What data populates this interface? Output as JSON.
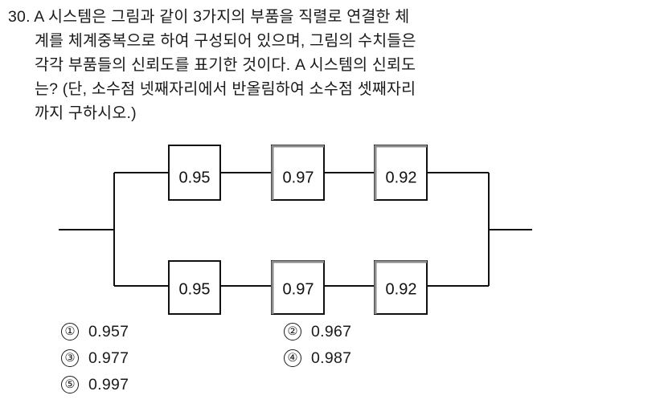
{
  "question": {
    "number": "30.",
    "lines": [
      "30. A 시스템은 그림과 같이 3가지의 부품을 직렬로 연결한 체",
      "계를 체계중복으로 하여 구성되어 있으며, 그림의 수치들은",
      "각각 부품들의 신뢰도를 표기한 것이다. A 시스템의 신뢰도",
      "는? (단, 소수점 넷째자리에서 반올림하여 소수점 셋째자리",
      "까지 구하시오.)"
    ]
  },
  "diagram": {
    "description": "두 개의 병렬 경로, 각 경로는 3개의 부품이 직렬 연결",
    "rows": [
      {
        "name": "top-path",
        "boxes": [
          {
            "value": "0.95",
            "style": "plain"
          },
          {
            "value": "0.97",
            "style": "beveled"
          },
          {
            "value": "0.92",
            "style": "beveled"
          }
        ]
      },
      {
        "name": "bottom-path",
        "boxes": [
          {
            "value": "0.95",
            "style": "plain"
          },
          {
            "value": "0.97",
            "style": "beveled"
          },
          {
            "value": "0.92",
            "style": "beveled"
          }
        ]
      }
    ],
    "colors": {
      "line": "#111111",
      "box_border": "#111111",
      "box_bevel": "#8c8c8c",
      "box_fill": "#ffffff"
    }
  },
  "choices": [
    {
      "marker": "①",
      "value": "0.957"
    },
    {
      "marker": "②",
      "value": "0.967"
    },
    {
      "marker": "③",
      "value": "0.977"
    },
    {
      "marker": "④",
      "value": "0.987"
    },
    {
      "marker": "⑤",
      "value": "0.997"
    }
  ]
}
